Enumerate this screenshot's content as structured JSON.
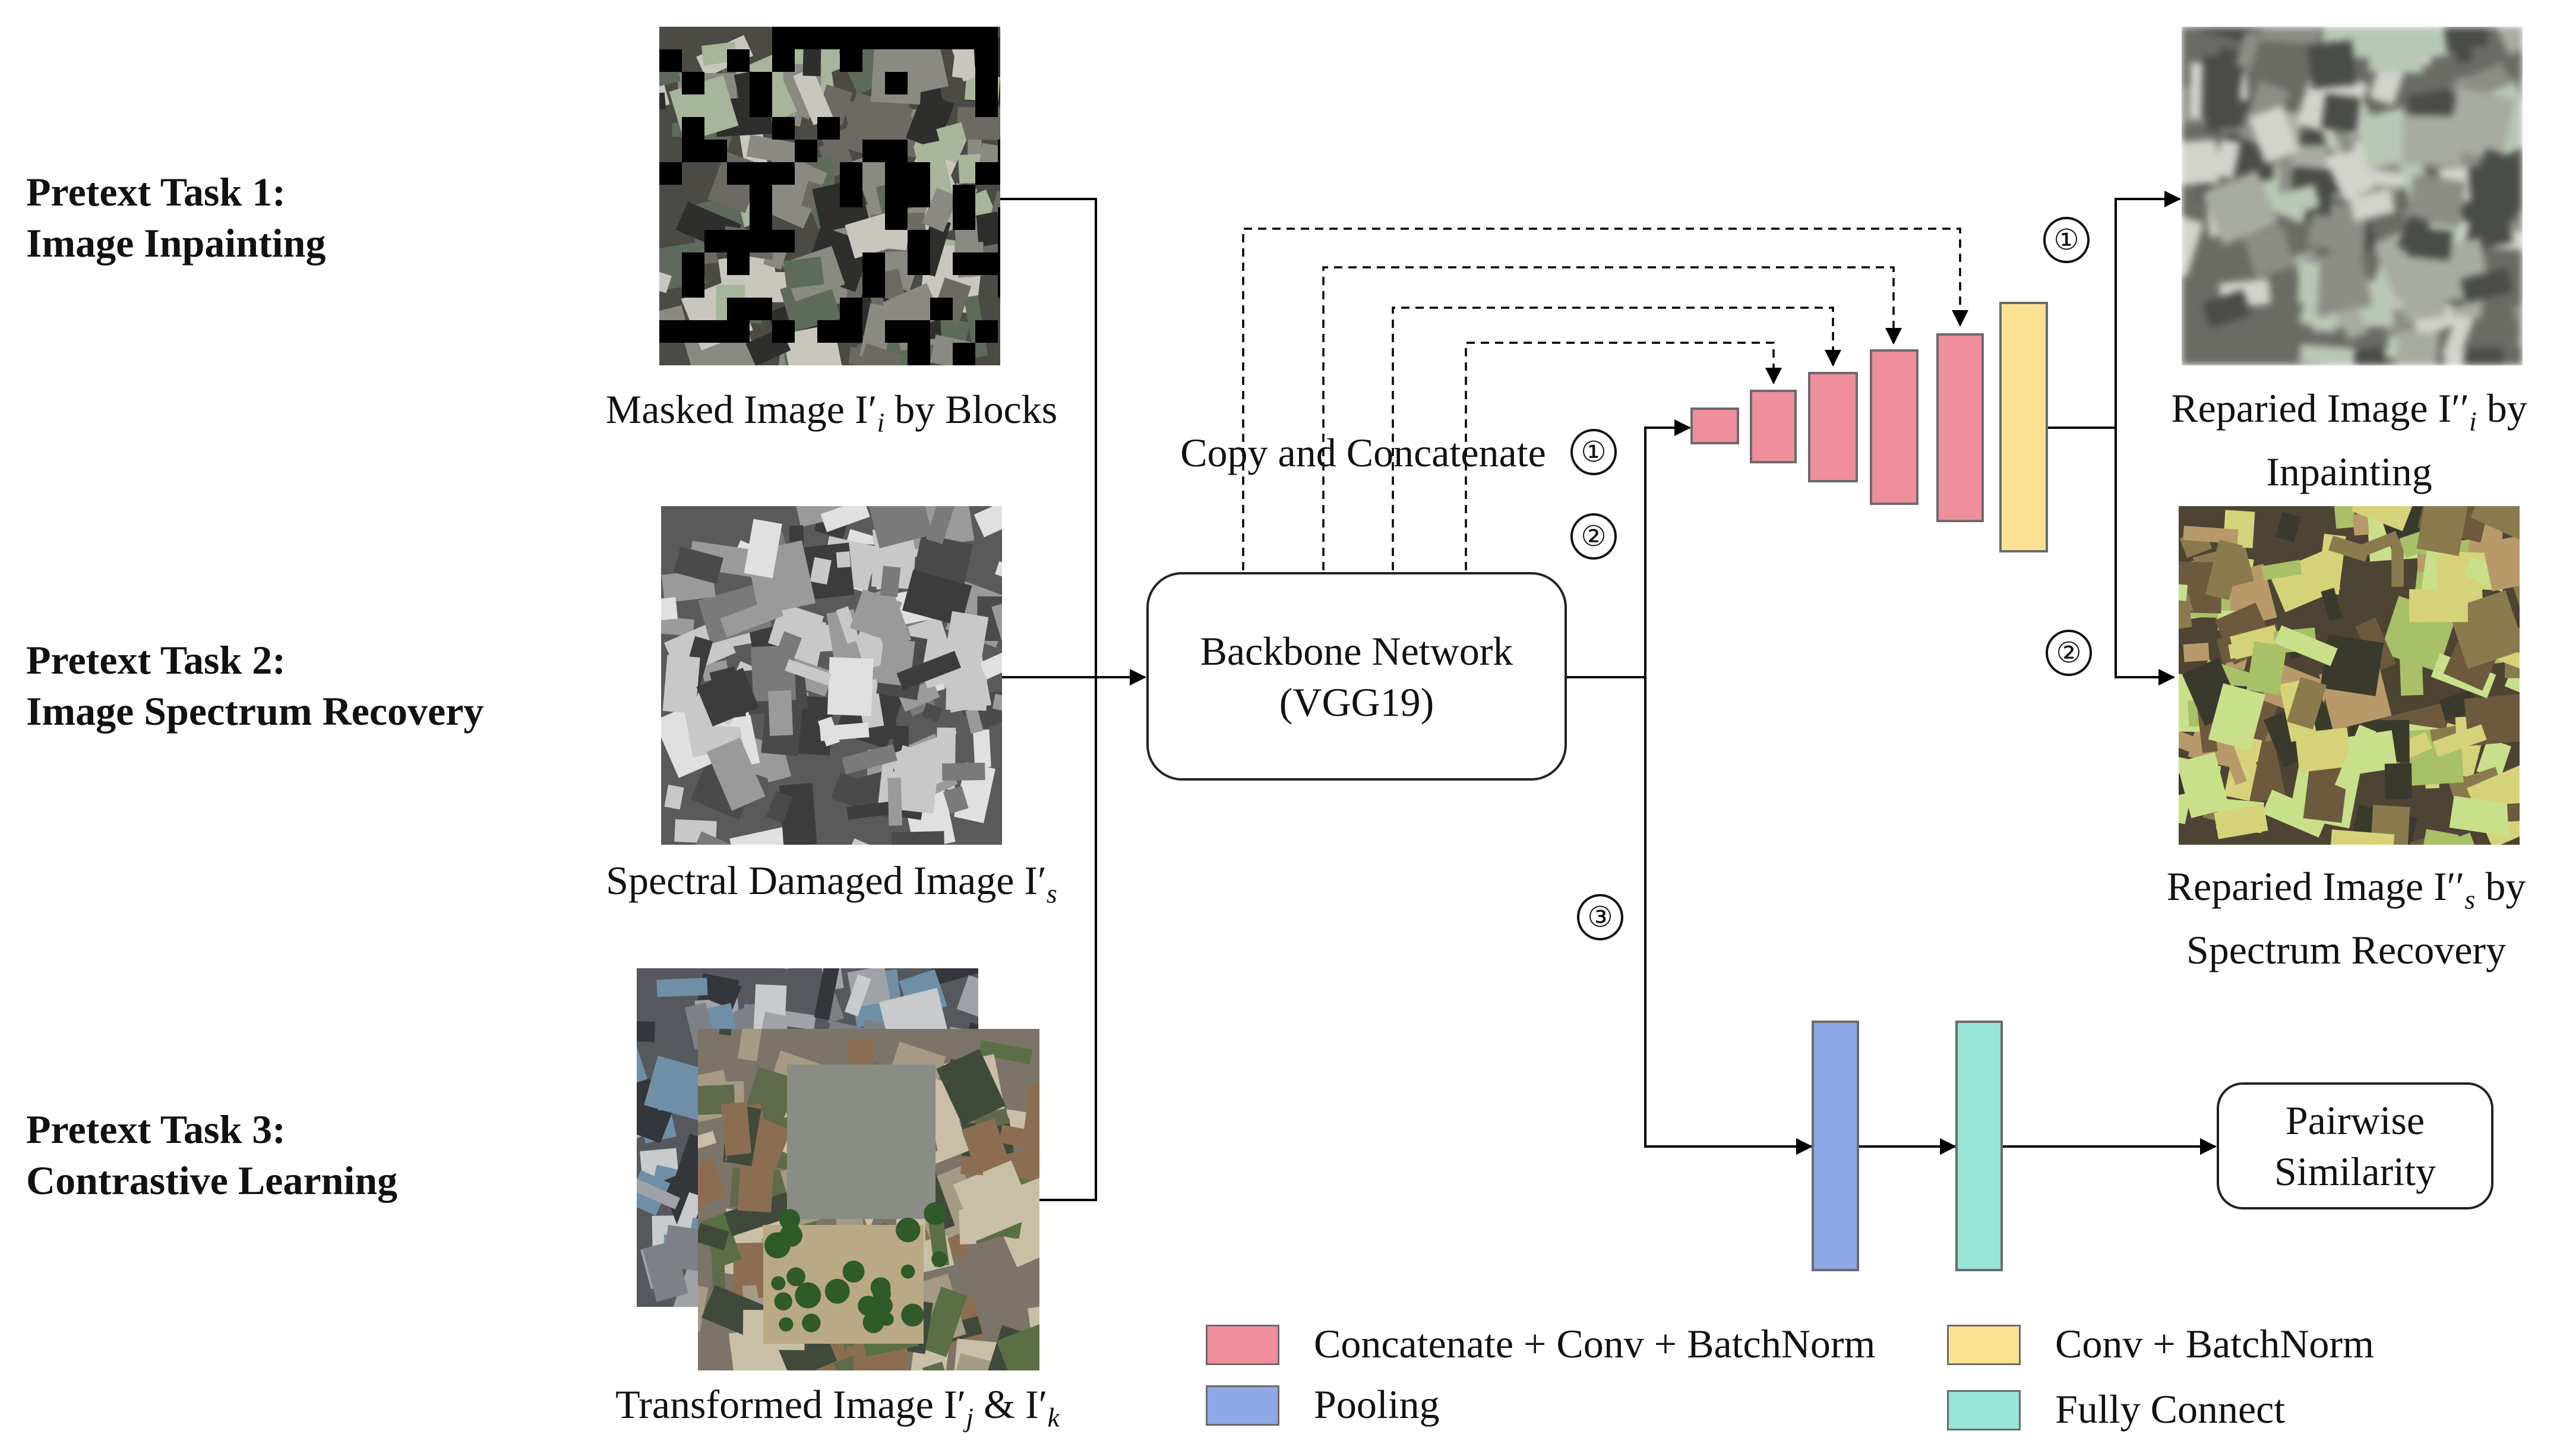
{
  "tasks": [
    {
      "line1": "Pretext Task 1:",
      "line2": "Image Inpainting"
    },
    {
      "line1": "Pretext Task 2:",
      "line2": "Image Spectrum  Recovery"
    },
    {
      "line1": "Pretext Task 3:",
      "line2": "Contrastive  Learning"
    }
  ],
  "captions": {
    "masked": {
      "pre": "Masked  Image  I′",
      "sub": "i",
      "post": " by  Blocks"
    },
    "spectral": {
      "pre": "Spectral  Damaged  Image  I′",
      "sub": "s",
      "post": ""
    },
    "transformed": {
      "pre": "Transformed  Image  I′",
      "sub": "j",
      "mid": " & I′",
      "sub2": "k"
    },
    "repaired_inpaint": {
      "pre": "Reparied Image  I′′",
      "sub": "i",
      "post": "  by",
      "line2": "Inpainting"
    },
    "repaired_spectrum": {
      "pre": "Reparied Image  I′′",
      "sub": "s",
      "post": "  by",
      "line2": "Spectrum  Recovery"
    }
  },
  "copy_concat_label": "Copy  and  Concatenate",
  "backbone": {
    "line1": "Backbone  Network",
    "line2": "(VGG19)"
  },
  "pairwise": {
    "line1": "Pairwise",
    "line2": "Similarity"
  },
  "markers": {
    "one": "①",
    "two": "②",
    "three": "③"
  },
  "legend": [
    {
      "label": "Concatenate  + Conv + BatchNorm",
      "color": "#ef8f9b"
    },
    {
      "label": "Pooling",
      "color": "#8fa8e6"
    },
    {
      "label": "Conv + BatchNorm",
      "color": "#fbe293"
    },
    {
      "label": "Fully  Connect",
      "color": "#98e4d8"
    }
  ],
  "colors": {
    "concat": "#ef8f9b",
    "conv": "#fbe293",
    "pool": "#8fa8e6",
    "fc": "#98e4d8",
    "stroke": "#6b6b6b"
  }
}
